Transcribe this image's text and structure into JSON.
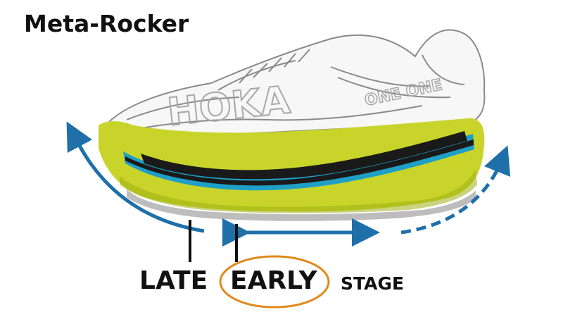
{
  "title": "Meta-Rocker",
  "stage_labels": {
    "late": "LATE",
    "early": "EARLY",
    "stage": "STAGE"
  },
  "shoe": {
    "brand_text": "HOKA",
    "model_text": "ONE ONE"
  },
  "colors": {
    "midsole": "#c9d42b",
    "midsole_dark": "#9fae14",
    "stripe_blue": "#1f9fc6",
    "stripe_black": "#1a1a1a",
    "arrow_blue": "#1f6fa8",
    "highlight_ring": "#e08a1c",
    "upper_lines": "#8a8a8a",
    "outsole": "#bdbdbd"
  }
}
